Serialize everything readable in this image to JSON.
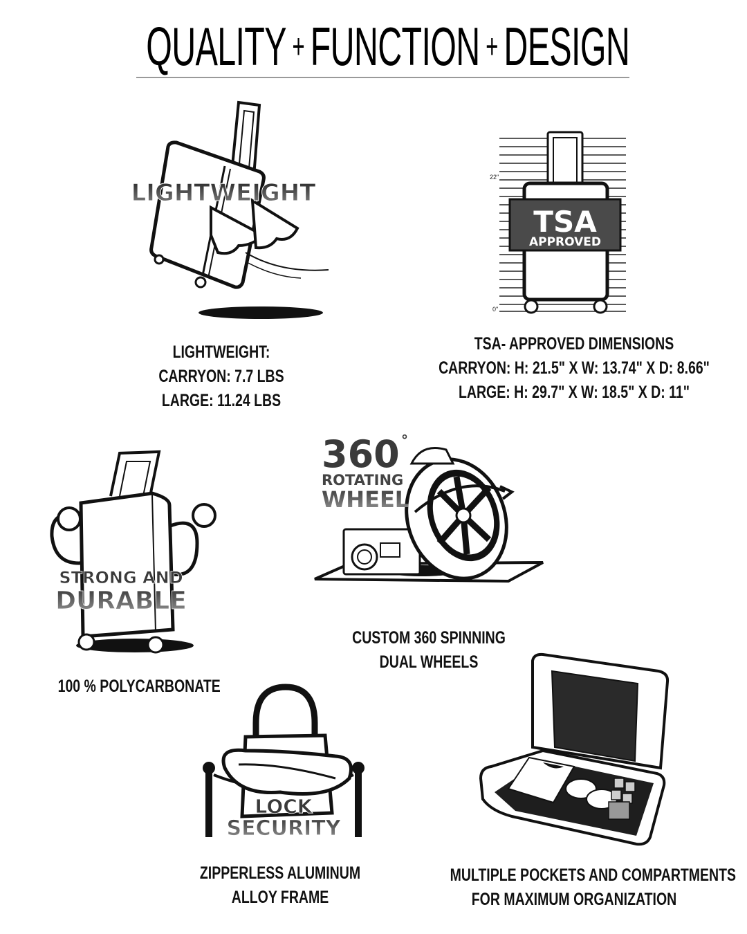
{
  "header": {
    "title_parts": [
      "QUALITY",
      "+",
      "FUNCTION",
      "+",
      "DESIGN"
    ]
  },
  "features": [
    {
      "id": "lightweight",
      "badge": [
        "LIGHTWEIGHT"
      ],
      "icon": "flying-suitcase-with-wings-icon",
      "caption": [
        "LIGHTWEIGHT:",
        "CARRYON: 7.7 LBS",
        "LARGE: 11.24 LBS"
      ]
    },
    {
      "id": "tsa",
      "badge": [
        "TSA",
        "APPROVED"
      ],
      "icon": "suitcase-height-chart-icon",
      "scale_labels": [
        "22\"",
        "0\""
      ],
      "caption": [
        "TSA- APPROVED DIMENSIONS",
        "CARRYON: H: 21.5\" X W: 13.74\" X D: 8.66\"",
        "LARGE: H: 29.7\" X W: 18.5\" X D: 11\""
      ]
    },
    {
      "id": "strong",
      "badge": [
        "STRONG AND",
        "DURABLE"
      ],
      "icon": "muscular-suitcase-icon",
      "caption": [
        "100 % POLYCARBONATE"
      ]
    },
    {
      "id": "wheel",
      "badge": [
        "360",
        "°",
        "ROTATING",
        "WHEEL"
      ],
      "icon": "spinning-wheel-boombox-icon",
      "caption": [
        "CUSTOM 360 SPINNING",
        "DUAL WHEELS"
      ]
    },
    {
      "id": "lock",
      "badge": [
        "LOCK",
        "SECURITY"
      ],
      "icon": "padlock-arms-crossed-icon",
      "caption": [
        "ZIPPERLESS ALUMINUM",
        "ALLOY FRAME"
      ]
    },
    {
      "id": "organization",
      "icon": "open-suitcase-packed-icon",
      "caption": [
        "MULTIPLE POCKETS AND COMPARTMENTS",
        "FOR MAXIMUM ORGANIZATION"
      ]
    }
  ],
  "colors": {
    "ink": "#111111",
    "badge_gray": "#4a4a4a",
    "rule_gray": "#9a9a9a",
    "background": "#ffffff"
  }
}
